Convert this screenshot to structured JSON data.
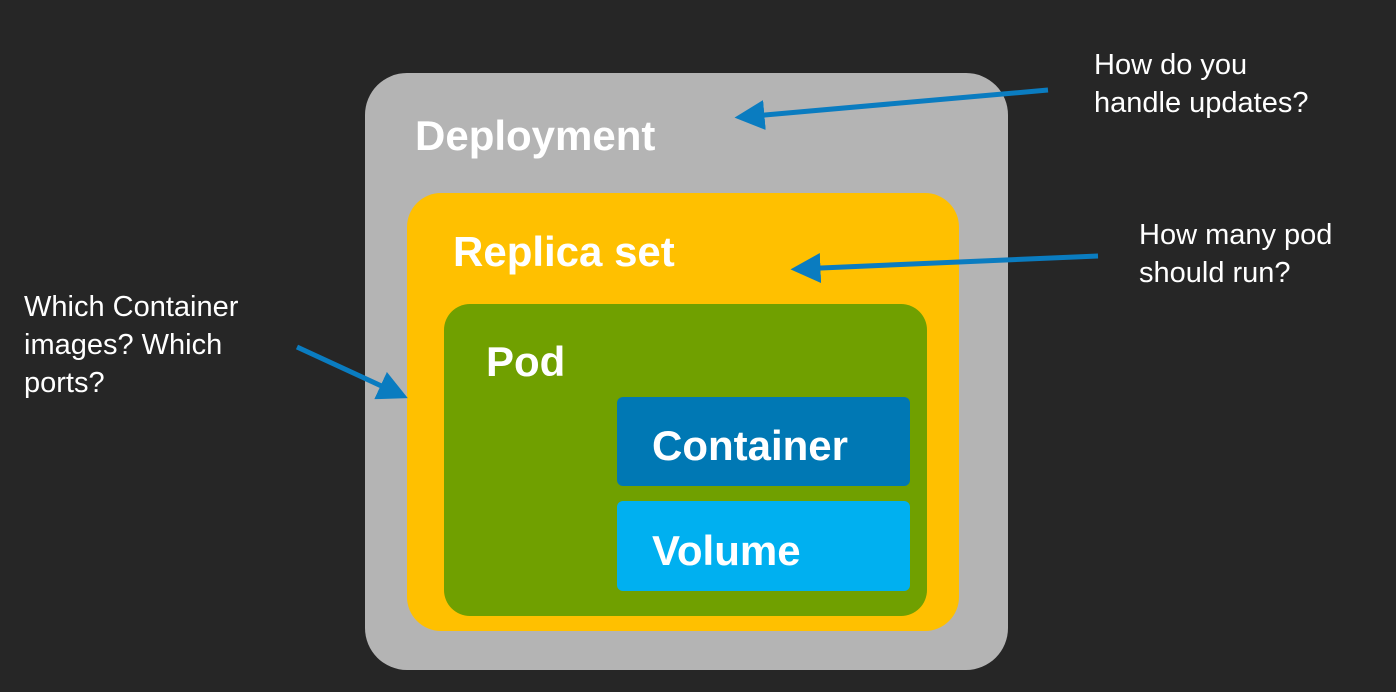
{
  "diagram": {
    "boxes": {
      "deployment": "Deployment",
      "replica_set": "Replica set",
      "pod": "Pod",
      "container": "Container",
      "volume": "Volume"
    },
    "annotations": {
      "updates": "How do you\nhandle updates?",
      "pods": "How many pod\nshould run?",
      "images": "Which Container\nimages? Which\nports?"
    },
    "colors": {
      "background": "#262626",
      "deployment": "#b4b4b4",
      "replica_set": "#ffc000",
      "pod": "#70a000",
      "container": "#0078b4",
      "volume": "#00b0f0",
      "arrow": "#0a7cc0"
    }
  }
}
